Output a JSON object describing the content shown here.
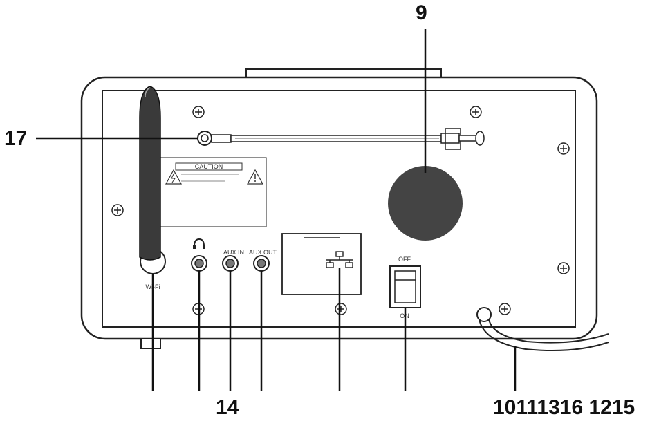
{
  "callouts": {
    "top_right": "9",
    "left": "17",
    "bottom_center": "14",
    "bottom_right": "10111316 1215"
  },
  "panel_labels": {
    "caution": "CAUTION",
    "wifi": "Wi-Fi",
    "aux_in": "AUX  IN",
    "aux_out": "AUX  OUT",
    "off": "OFF",
    "on": "ON"
  }
}
